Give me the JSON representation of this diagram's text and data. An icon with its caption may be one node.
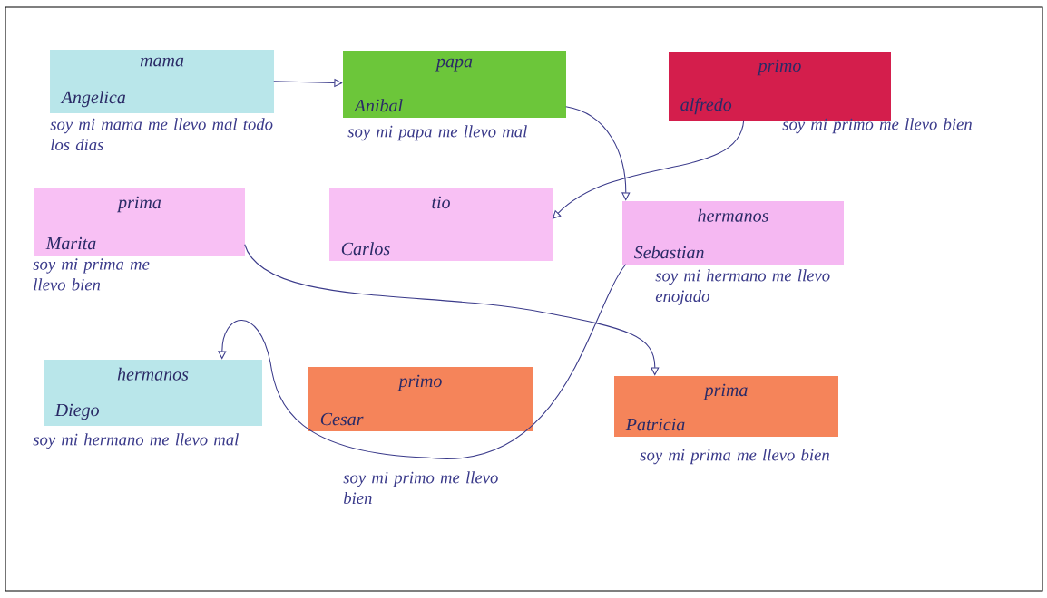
{
  "diagram": {
    "nodes": [
      {
        "text": [
          "mama",
          "Angelica"
        ],
        "beside": [
          "soy mi mama me llevo mal todo los dias"
        ]
      },
      {
        "text": [
          "papa",
          "Anibal"
        ],
        "beside": [
          "soy mi papa me llevo mal"
        ]
      },
      {
        "text": [
          "primo",
          "alfredo"
        ],
        "beside": [
          "soy mi primo me llevo bien"
        ]
      },
      {
        "text": [
          "prima",
          "Marita"
        ],
        "beside": [
          "soy mi prima me llevo bien"
        ]
      },
      {
        "text": [
          "tio",
          "Carlos"
        ]
      },
      {
        "text": [
          "hermanos",
          "Sebastian"
        ],
        "beside": [
          "soy mi hermano me llevo enojado"
        ]
      },
      {
        "text": [
          "hermanos",
          "Diego"
        ],
        "beside": [
          "soy mi hermano me llevo mal"
        ]
      },
      {
        "text": [
          "primo",
          "Cesar"
        ],
        "beside": [
          "soy mi primo me llevo bien"
        ]
      },
      {
        "text": [
          "prima",
          "Patricia"
        ],
        "beside": [
          "soy mi prima me llevo bien"
        ]
      }
    ],
    "edges": [
      {
        "from": 0,
        "to": 1,
        "arrow": "to"
      },
      {
        "from": 1,
        "to": 5,
        "arrow": "to"
      },
      {
        "from": 2,
        "to": 4,
        "arrow": "to"
      },
      {
        "from": 3,
        "to": 8,
        "arrow": "to"
      },
      {
        "from": 5,
        "to": 6,
        "arrow": "to"
      }
    ]
  }
}
